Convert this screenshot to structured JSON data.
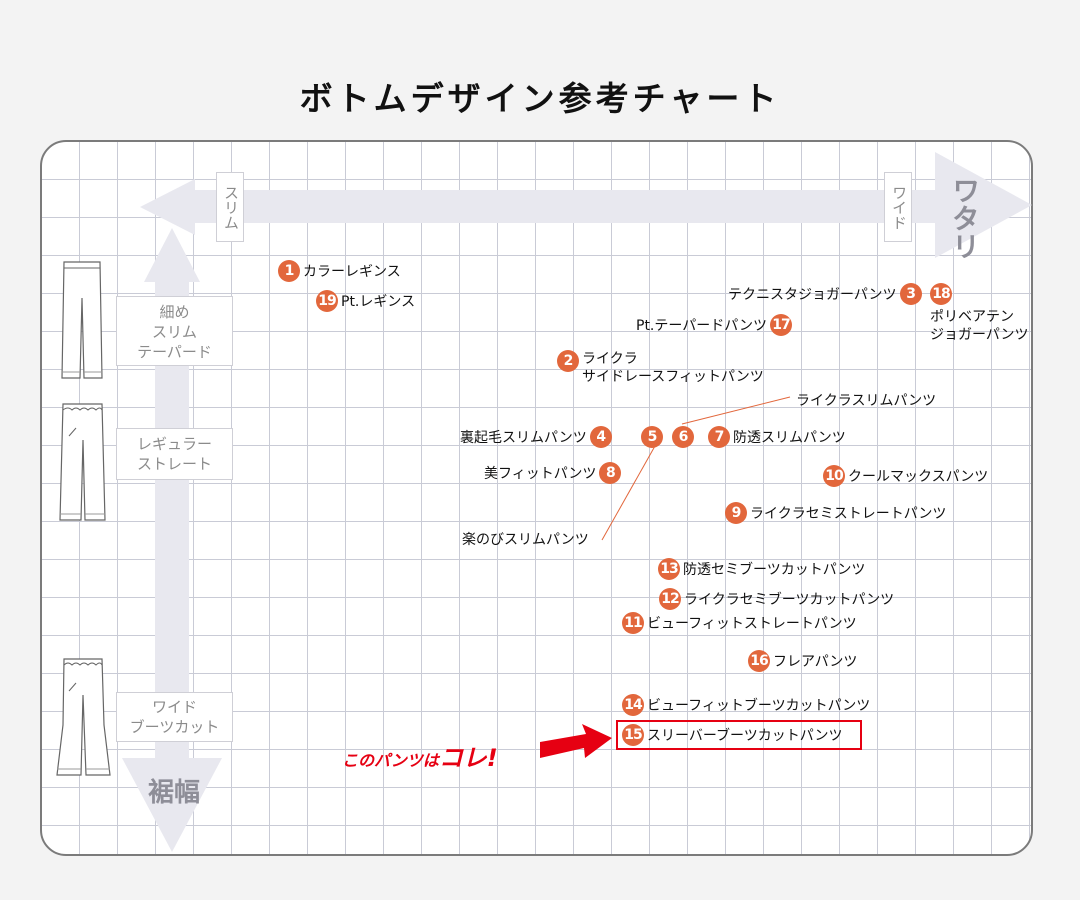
{
  "title": "ボトムデザイン参考チャート",
  "axes": {
    "x_slim": "スリム",
    "x_wide": "ワイド",
    "x_name": "ワタリ",
    "y_name": "裾幅"
  },
  "categories": [
    {
      "lines": [
        "細め",
        "スリム",
        "テーパード"
      ]
    },
    {
      "lines": [
        "レギュラー",
        "ストレート"
      ]
    },
    {
      "lines": [
        "ワイド",
        "ブーツカット"
      ]
    }
  ],
  "items": [
    {
      "num": "1",
      "label": "カラーレギンス"
    },
    {
      "num": "19",
      "label": "Pt.レギンス"
    },
    {
      "num": "3",
      "label": "テクニスタジョガーパンツ"
    },
    {
      "num": "18",
      "label": "ポリベアテン",
      "label2": "ジョガーパンツ"
    },
    {
      "num": "17",
      "label": "Pt.テーパードパンツ"
    },
    {
      "num": "2",
      "label": "ライクラ",
      "label2": "サイドレースフィットパンツ"
    },
    {
      "num": "4",
      "label": "裏起毛スリムパンツ"
    },
    {
      "num": "5",
      "label": ""
    },
    {
      "num": "6",
      "label": ""
    },
    {
      "num": "7",
      "label": "防透スリムパンツ"
    },
    {
      "num": "8",
      "label": "美フィットパンツ"
    },
    {
      "num": "10",
      "label": "クールマックスパンツ"
    },
    {
      "num": "9",
      "label": "ライクラセミストレートパンツ"
    },
    {
      "num": "13",
      "label": "防透セミブーツカットパンツ"
    },
    {
      "num": "12",
      "label": "ライクラセミブーツカットパンツ"
    },
    {
      "num": "11",
      "label": "ビューフィットストレートパンツ"
    },
    {
      "num": "16",
      "label": "フレアパンツ"
    },
    {
      "num": "14",
      "label": "ビューフィットブーツカットパンツ"
    },
    {
      "num": "15",
      "label": "スリーバーブーツカットパンツ"
    }
  ],
  "leaders": {
    "item6": "ライクラスリムパンツ",
    "item5": "楽のびスリムパンツ"
  },
  "callout": {
    "prefix": "このパンツは",
    "emphasis": "コレ!"
  },
  "colors": {
    "badge": "#e2673c",
    "accent": "#e60012",
    "arrow": "#e8e8ef",
    "grid": "#c9cbd6"
  }
}
